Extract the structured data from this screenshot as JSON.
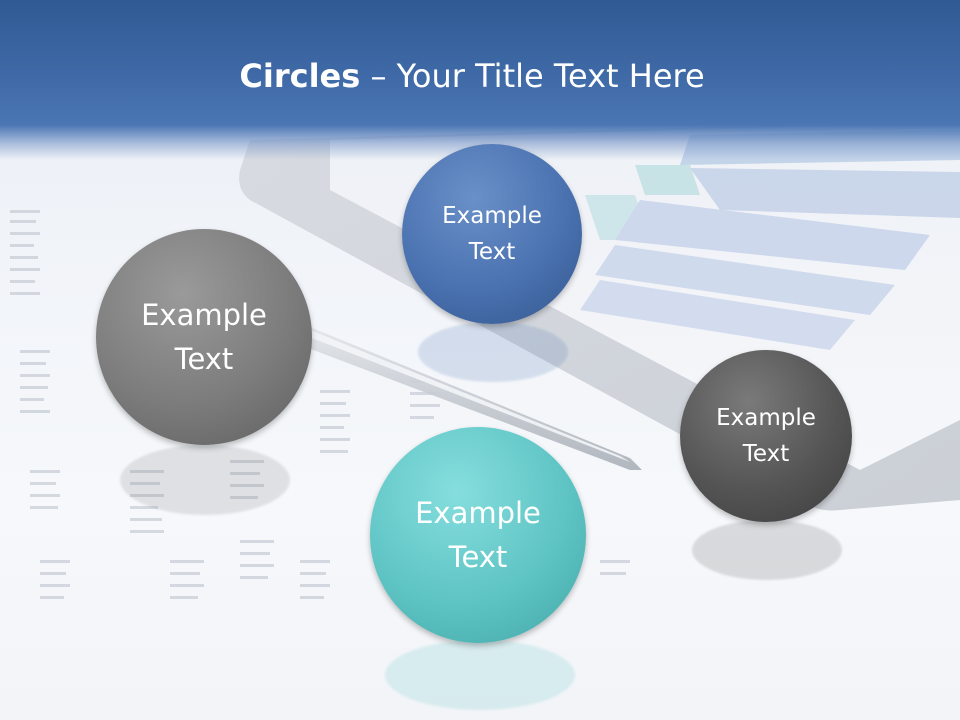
{
  "slide": {
    "title_strong": "Circles",
    "title_rest": " – Your Title Text Here"
  },
  "circles": [
    {
      "label_line1": "Example",
      "label_line2": "Text",
      "color": "#7a7a7a"
    },
    {
      "label_line1": "Example",
      "label_line2": "Text",
      "color": "#4a72b0"
    },
    {
      "label_line1": "Example",
      "label_line2": "Text",
      "color": "#5fc4c4"
    },
    {
      "label_line1": "Example",
      "label_line2": "Text",
      "color": "#555555"
    }
  ],
  "colors": {
    "title_band": "#3e69a6",
    "background": "#eef2f8"
  }
}
